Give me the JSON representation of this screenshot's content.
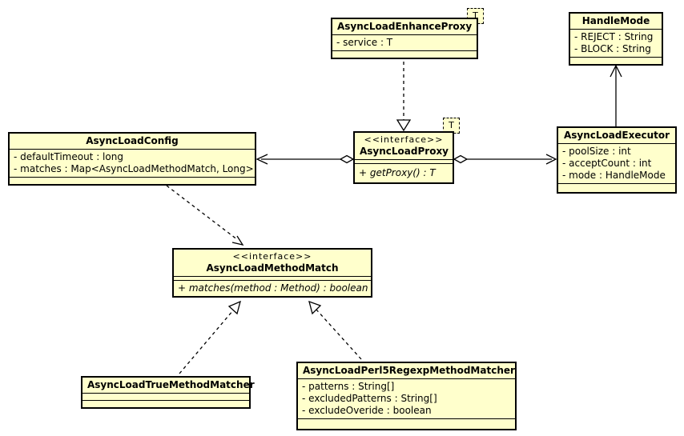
{
  "classes": {
    "enhance_proxy": {
      "name": "AsyncLoadEnhanceProxy",
      "template_param": "T",
      "attributes": [
        "- service : T"
      ],
      "methods": []
    },
    "handle_mode": {
      "name": "HandleMode",
      "attributes": [
        "- REJECT : String",
        "- BLOCK : String"
      ],
      "methods": []
    },
    "executor": {
      "name": "AsyncLoadExecutor",
      "attributes": [
        "- poolSize : int",
        "- acceptCount : int",
        "- mode : HandleMode"
      ],
      "methods": []
    },
    "proxy": {
      "stereotype": "<<interface>>",
      "name": "AsyncLoadProxy",
      "template_param": "T",
      "attributes": [],
      "methods": [
        "+ getProxy() : T"
      ]
    },
    "config": {
      "name": "AsyncLoadConfig",
      "attributes": [
        "- defaultTimeout : long",
        "- matches : Map<AsyncLoadMethodMatch, Long>"
      ],
      "methods": []
    },
    "method_match": {
      "stereotype": "<<interface>>",
      "name": "AsyncLoadMethodMatch",
      "attributes": [],
      "methods": [
        "+ matches(method : Method) : boolean"
      ]
    },
    "true_matcher": {
      "name": "AsyncLoadTrueMethodMatcher",
      "attributes": [],
      "methods": []
    },
    "perl5_matcher": {
      "name": "AsyncLoadPerl5RegexpMethodMatcher",
      "attributes": [
        "- patterns : String[]",
        "- excludedPatterns : String[]",
        "- excludeOveride : boolean"
      ],
      "methods": []
    }
  },
  "relationships": [
    {
      "type": "realization",
      "from": "AsyncLoadEnhanceProxy",
      "to": "AsyncLoadProxy",
      "line": "dashed",
      "head": "hollow-triangle"
    },
    {
      "type": "aggregation",
      "from": "AsyncLoadProxy",
      "to": "AsyncLoadConfig",
      "line": "solid",
      "head": "open-arrow",
      "tail": "hollow-diamond"
    },
    {
      "type": "aggregation",
      "from": "AsyncLoadProxy",
      "to": "AsyncLoadExecutor",
      "line": "solid",
      "head": "open-arrow",
      "tail": "hollow-diamond"
    },
    {
      "type": "association",
      "from": "AsyncLoadExecutor",
      "to": "HandleMode",
      "line": "solid",
      "head": "open-arrow"
    },
    {
      "type": "dependency",
      "from": "AsyncLoadConfig",
      "to": "AsyncLoadMethodMatch",
      "line": "dashed",
      "head": "open-arrow"
    },
    {
      "type": "realization",
      "from": "AsyncLoadTrueMethodMatcher",
      "to": "AsyncLoadMethodMatch",
      "line": "dashed",
      "head": "hollow-triangle"
    },
    {
      "type": "realization",
      "from": "AsyncLoadPerl5RegexpMethodMatcher",
      "to": "AsyncLoadMethodMatch",
      "line": "dashed",
      "head": "hollow-triangle"
    }
  ],
  "colors": {
    "class_fill": "#ffffcc",
    "border": "#000000",
    "line": "#000000",
    "background": "#ffffff"
  }
}
